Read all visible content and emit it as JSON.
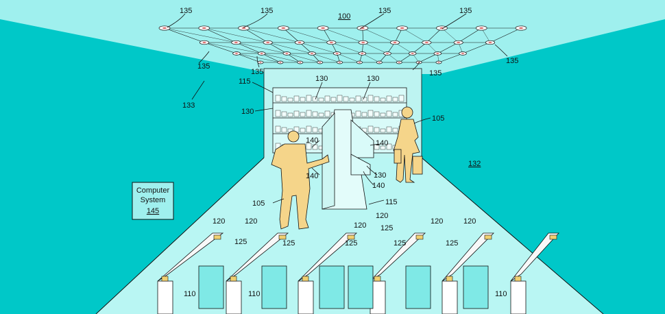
{
  "colors": {
    "background": "#00c8c8",
    "light_cyan": "#9ff0ee",
    "floor": "#b9f6f3",
    "figure": "#f5d58a",
    "line": "#111111"
  },
  "labels": {
    "fig_ref": "100",
    "lights": "135",
    "store_left": "133",
    "store_right": "132",
    "person_center": "105",
    "person_right": "105",
    "shelf_main": "115",
    "shelf_island": "115",
    "shelf_item": "130",
    "shelf_bin": "140",
    "gate": "110",
    "gate_sensor": "120",
    "gate_panel": "125"
  },
  "computer_system": {
    "line1": "Computer",
    "line2": "System",
    "ref": "145"
  }
}
